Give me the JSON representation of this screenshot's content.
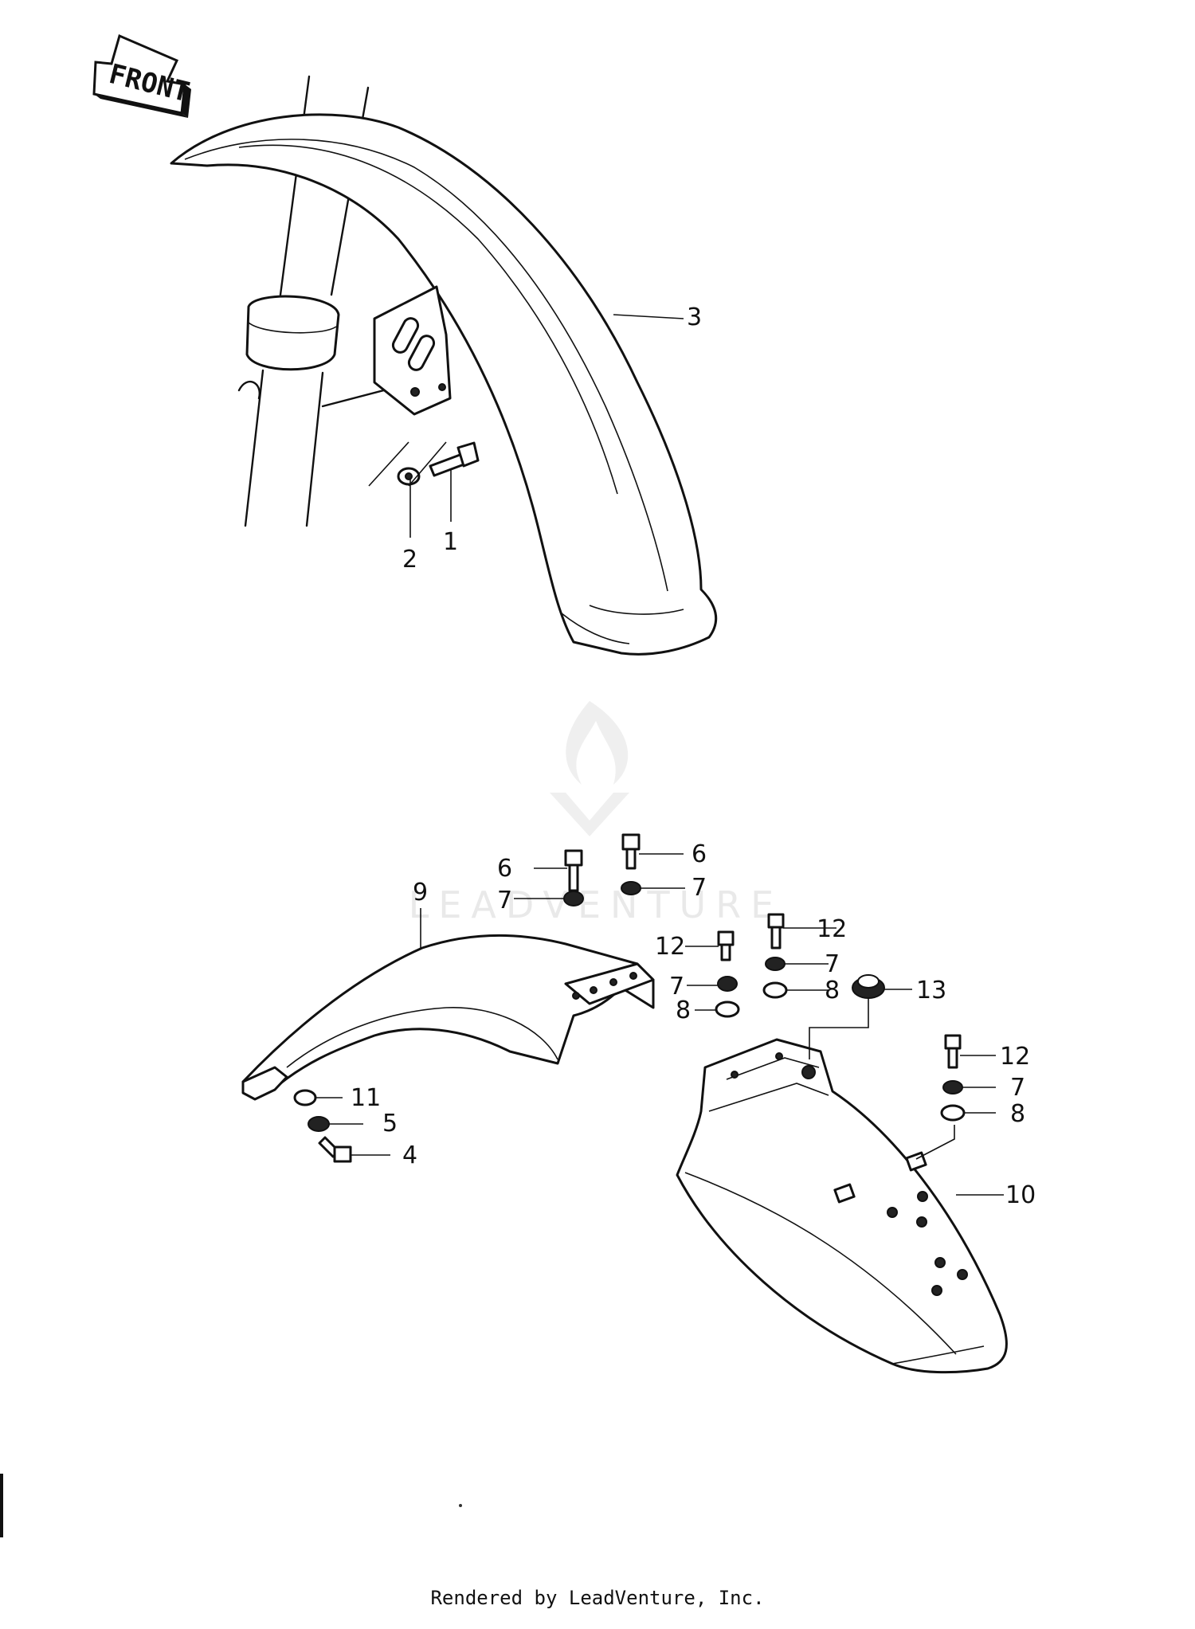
{
  "direction_label": "FRONT",
  "watermark": "LEADVENTURE",
  "footer": "Rendered by LeadVenture, Inc.",
  "callouts": {
    "c1": "1",
    "c2": "2",
    "c3": "3",
    "c4": "4",
    "c5": "5",
    "c6a": "6",
    "c6b": "6",
    "c7a": "7",
    "c7b": "7",
    "c7c": "7",
    "c7d": "7",
    "c7e": "7",
    "c8a": "8",
    "c8b": "8",
    "c8c": "8",
    "c9": "9",
    "c10": "10",
    "c11": "11",
    "c12a": "12",
    "c12b": "12",
    "c12c": "12",
    "c13": "13"
  }
}
